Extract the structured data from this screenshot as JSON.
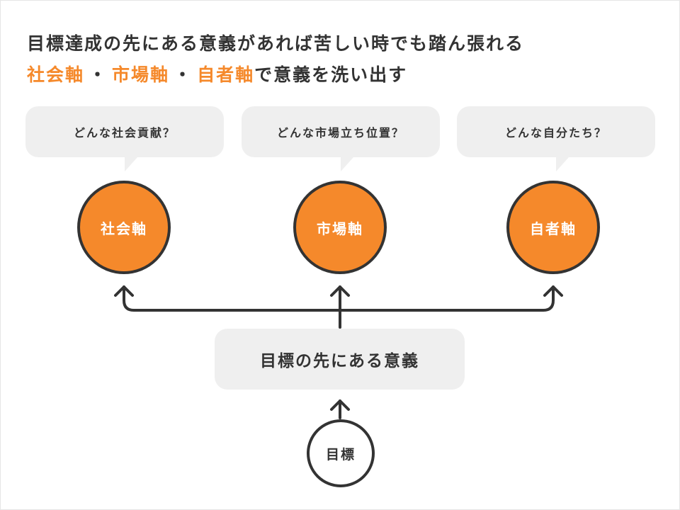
{
  "title": {
    "line1": "目標達成の先にある意義があれば苦しい時でも踏ん張れる",
    "axis1": "社会軸",
    "sep": "・",
    "axis2": "市場軸",
    "axis3": "自者軸",
    "line2_tail": "で意義を洗い出す"
  },
  "bubbles": [
    {
      "text": "どんな社会貢献？"
    },
    {
      "text": "どんな市場立ち位置？"
    },
    {
      "text": "どんな自分たち？"
    }
  ],
  "axes": [
    {
      "label": "社会軸"
    },
    {
      "label": "市場軸"
    },
    {
      "label": "自者軸"
    }
  ],
  "meaning": {
    "label": "目標の先にある意義"
  },
  "goal": {
    "label": "目標"
  },
  "colors": {
    "accent": "#f5892b",
    "dark": "#333333",
    "bubble": "#efefef"
  }
}
